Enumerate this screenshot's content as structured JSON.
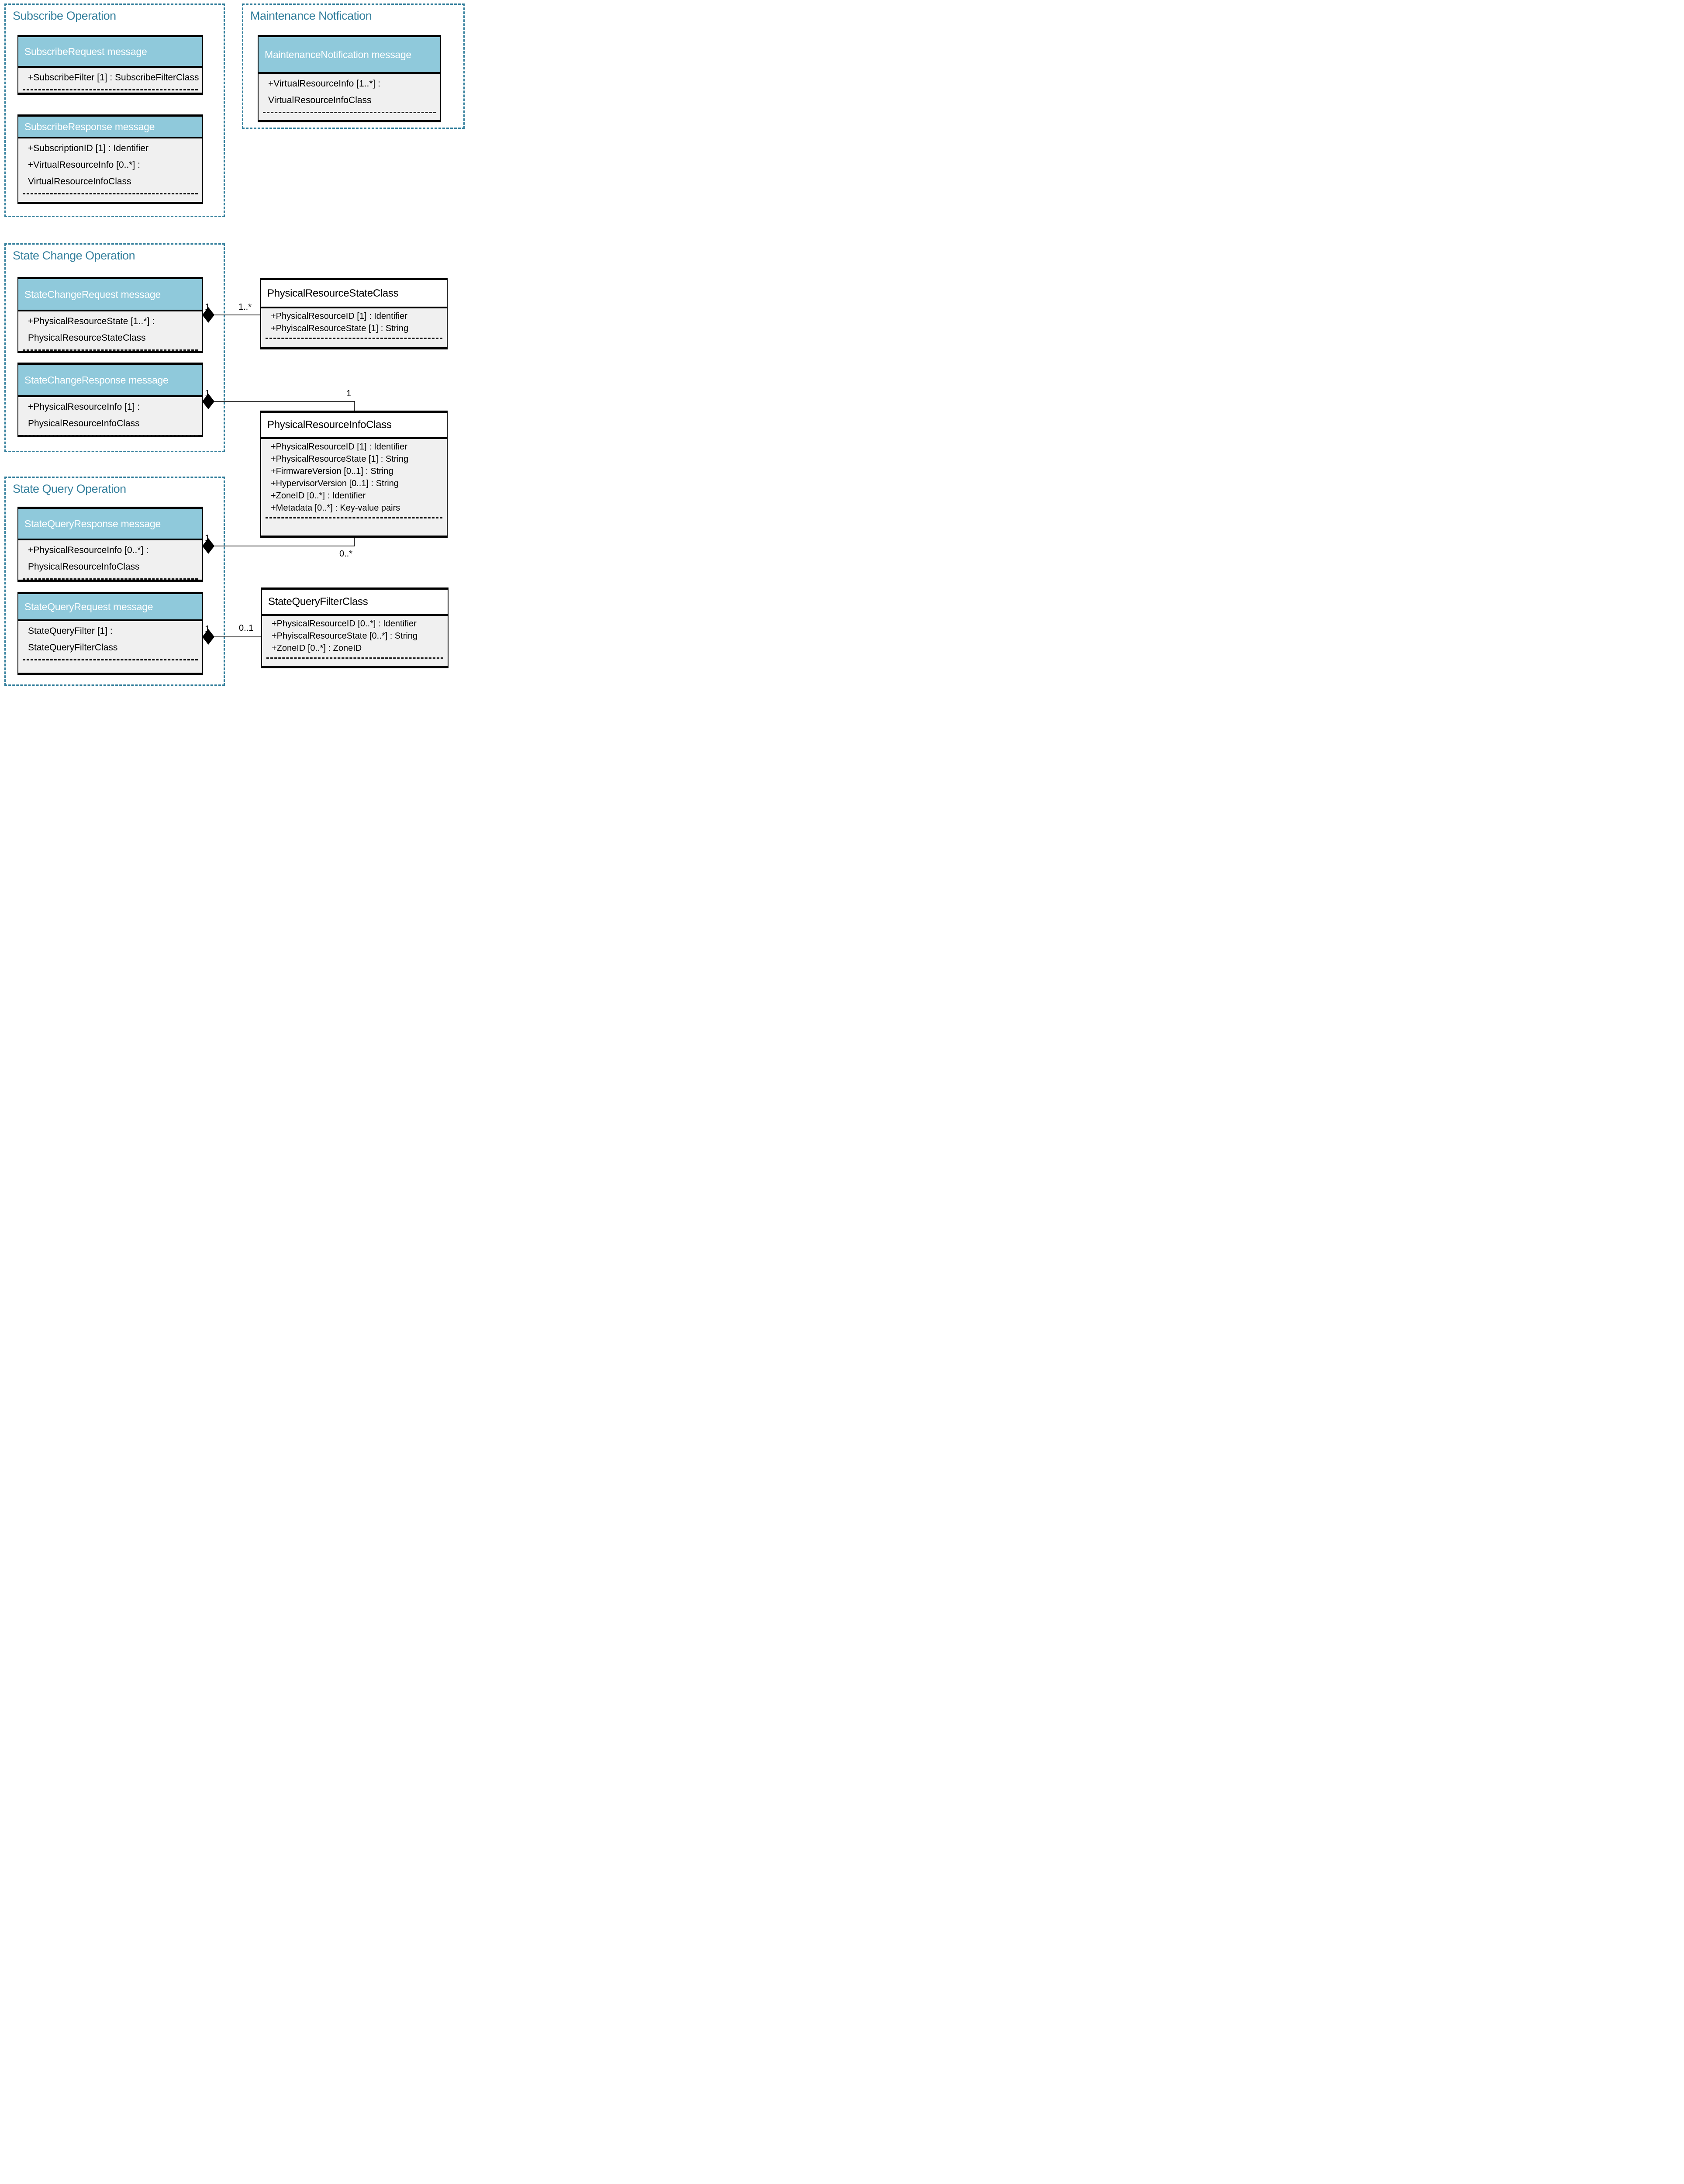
{
  "colors": {
    "group_border": "#35809d",
    "group_title_text": "#35809d",
    "message_header_fill": "#8fc9db",
    "message_header_text": "#ffffff",
    "class_header_fill": "#ffffff",
    "body_fill": "#f0f0f0",
    "box_border": "#000000"
  },
  "groups": {
    "subscribe": {
      "title": "Subscribe Operation"
    },
    "maintenance": {
      "title": "Maintenance Notfication"
    },
    "state_change": {
      "title": "State Change Operation"
    },
    "state_query": {
      "title": "State Query Operation"
    }
  },
  "boxes": {
    "subscribe_request": {
      "title": "SubscribeRequest message",
      "attrs": [
        "+SubscribeFilter [1] : SubscribeFilterClass"
      ]
    },
    "subscribe_response": {
      "title": "SubscribeResponse message",
      "attrs": [
        "+SubscriptionID [1] : Identifier",
        "+VirtualResourceInfo [0..*] :",
        "VirtualResourceInfoClass"
      ]
    },
    "maintenance_notification": {
      "title": "MaintenanceNotification message",
      "attrs": [
        "+VirtualResourceInfo [1..*] :",
        "VirtualResourceInfoClass"
      ]
    },
    "state_change_request": {
      "title": "StateChangeRequest message",
      "attrs": [
        "+PhysicalResourceState [1..*] :",
        "PhysicalResourceStateClass"
      ]
    },
    "state_change_response": {
      "title": "StateChangeResponse message",
      "attrs": [
        "+PhysicalResourceInfo [1] :",
        "PhysicalResourceInfoClass"
      ]
    },
    "state_query_response": {
      "title": "StateQueryResponse message",
      "attrs": [
        "+PhysicalResourceInfo [0..*] :",
        "PhysicalResourceInfoClass"
      ]
    },
    "state_query_request": {
      "title": "StateQueryRequest message",
      "attrs": [
        "StateQueryFilter [1] :",
        "StateQueryFilterClass"
      ]
    }
  },
  "classes": {
    "physical_resource_state": {
      "title": "PhysicalResourceStateClass",
      "attrs": [
        "+PhysicalResourceID [1] : Identifier",
        "+PhyiscalResourceState [1] : String"
      ]
    },
    "physical_resource_info": {
      "title": "PhysicalResourceInfoClass",
      "attrs": [
        "+PhysicalResourceID [1] : Identifier",
        "+PhysicalResourceState [1] : String",
        "+FirmwareVersion [0..1] : String",
        "+HypervisorVersion [0..1] : String",
        "+ZoneID [0..*] : Identifier",
        "+Metadata [0..*] : Key-value pairs"
      ]
    },
    "state_query_filter": {
      "title": "StateQueryFilterClass",
      "attrs": [
        "+PhysicalResourceID [0..*] : Identifier",
        "+PhyiscalResourceState [0..*] : String",
        "+ZoneID [0..*] : ZoneID"
      ]
    }
  },
  "connectors": {
    "state_change_request": {
      "source_label": "1",
      "target_label": "1..*"
    },
    "state_change_response": {
      "source_label": "1",
      "target_label": "1"
    },
    "state_query_response": {
      "source_label": "1",
      "target_label": "0..*"
    },
    "state_query_request": {
      "source_label": "1",
      "target_label": "0..1"
    }
  }
}
